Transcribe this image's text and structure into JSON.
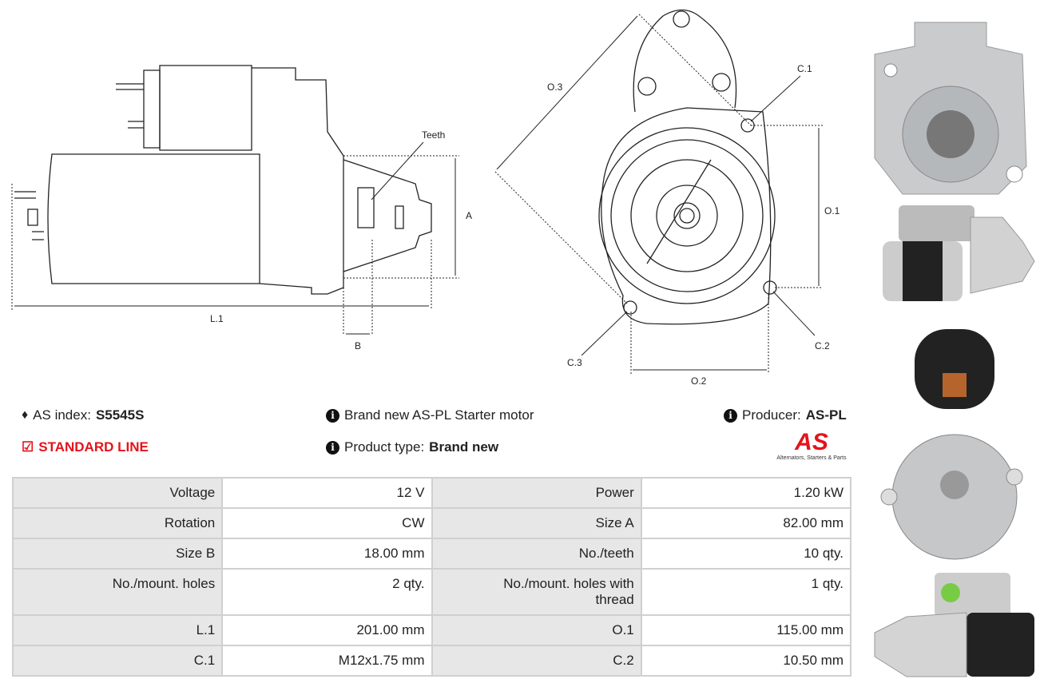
{
  "diagram": {
    "teeth": "Teeth",
    "A": "A",
    "B": "B",
    "L1": "L.1",
    "O1": "O.1",
    "O2": "O.2",
    "O3": "O.3",
    "C1": "C.1",
    "C2": "C.2",
    "C3": "C.3"
  },
  "info": {
    "as_index_label": "AS index:",
    "as_index_value": "S5545S",
    "line": "STANDARD LINE",
    "description": "Brand new AS-PL Starter motor",
    "product_type_label": "Product type:",
    "product_type_value": "Brand new",
    "producer_label": "Producer:",
    "producer_value": "AS-PL",
    "logo_text": "AS",
    "logo_tagline": "Alternators, Starters & Parts"
  },
  "colors": {
    "accent": "#e3141b"
  },
  "specs": [
    [
      "Voltage",
      "12 V",
      "Power",
      "1.20 kW"
    ],
    [
      "Rotation",
      "CW",
      "Size A",
      "82.00 mm"
    ],
    [
      "Size B",
      "18.00 mm",
      "No./teeth",
      "10 qty."
    ],
    [
      "No./mount. holes",
      "2 qty.",
      "No./mount. holes with thread",
      "1 qty."
    ],
    [
      "L.1",
      "201.00 mm",
      "O.1",
      "115.00 mm"
    ],
    [
      "C.1",
      "M12x1.75 mm",
      "C.2",
      "10.50 mm"
    ]
  ]
}
